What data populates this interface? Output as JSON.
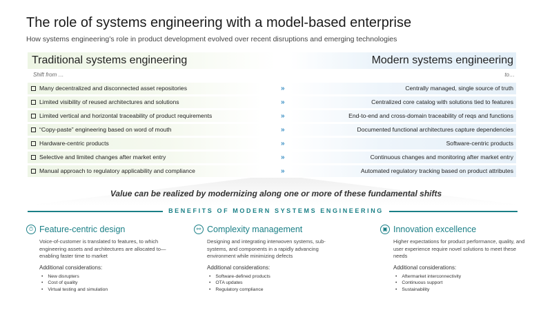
{
  "title": "The role of systems engineering with a model-based enterprise",
  "subtitle": "How systems engineering’s role in product development evolved over recent disruptions and emerging technologies",
  "left": {
    "header": "Traditional systems engineering",
    "sub": "Shift from …",
    "items": [
      "Many decentralized and disconnected asset repositories",
      "Limited visibility of reused architectures and solutions",
      "Limited vertical and horizontal traceability of product requirements",
      "“Copy-paste” engineering based on word of mouth",
      "Hardware-centric products",
      "Selective and limited changes after market entry",
      "Manual approach to regulatory applicability and compliance"
    ]
  },
  "right": {
    "header": "Modern systems engineering",
    "sub": "to…",
    "items": [
      "Centrally managed, single source of truth",
      "Centralized core catalog with solutions tied to features",
      "End-to-end and cross-domain traceability of reqs and functions",
      "Documented functional architectures capture dependencies",
      "Software-centric products",
      "Continuous changes and monitoring after market entry",
      "Automated regulatory tracking based on product attributes"
    ]
  },
  "arrow": "»",
  "value_statement": "Value can be realized by modernizing along one or more of these fundamental shifts",
  "benefits": {
    "heading": "BENEFITS OF MODERN SYSTEMS ENGINEERING",
    "columns": [
      {
        "icon": "stopwatch-icon",
        "glyph": "⏱",
        "title": "Feature-centric design",
        "desc": "Voice-of-customer is translated to features, to which engineering assets and architectures are allocated to—enabling faster time to market",
        "add": "Additional considerations:",
        "bullets": [
          "New disrupters",
          "Cost of quality",
          "Virtual testing and simulation"
        ]
      },
      {
        "icon": "network-icon",
        "glyph": "⚯",
        "title": "Complexity management",
        "desc": "Designing and integrating interwoven systems, sub-systems, and components in a rapidly advancing environment while minimizing defects",
        "add": "Additional considerations:",
        "bullets": [
          "Software-defined products",
          "OTA updates",
          "Regulatory compliance"
        ]
      },
      {
        "icon": "chat-icon",
        "glyph": "▣",
        "title": "Innovation excellence",
        "desc": "Higher expectations for product performance, quality, and user experience require novel solutions to meet these needs",
        "add": "Additional considerations:",
        "bullets": [
          "Aftermarket interconnectivity",
          "Continuous support",
          "Sustainability"
        ]
      }
    ]
  },
  "colors": {
    "accent": "#1a7f86",
    "arrow": "#3a8fc4"
  }
}
